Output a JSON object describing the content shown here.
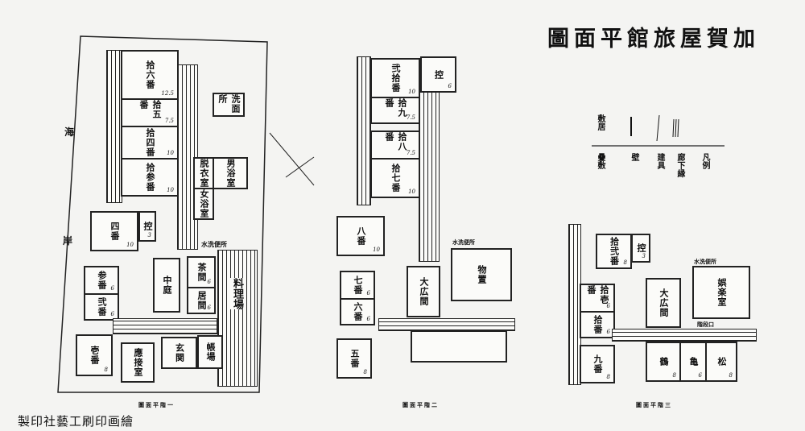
{
  "title": "圖面平館旅屋賀加",
  "legend": {
    "heading": "凡例",
    "top_label": "敷居",
    "items": [
      "疊敷",
      "壁",
      "建具",
      "廊下縁"
    ]
  },
  "site": {
    "sea": "海",
    "shore": "岸"
  },
  "floor1": {
    "caption": "圖面平階一",
    "rooms": [
      {
        "name": "拾六番",
        "mats": "12.5"
      },
      {
        "name": "拾五番",
        "mats": "7.5"
      },
      {
        "name": "拾四番",
        "mats": "10"
      },
      {
        "name": "拾参番",
        "mats": "10"
      },
      {
        "name": "四番",
        "mats": "10"
      },
      {
        "name": "控",
        "mats": "3"
      },
      {
        "name": "参番",
        "mats": "6"
      },
      {
        "name": "弐番",
        "mats": "6"
      },
      {
        "name": "壱番",
        "mats": "8"
      },
      {
        "name": "中庭",
        "mats": ""
      },
      {
        "name": "茶間",
        "mats": "6"
      },
      {
        "name": "居間",
        "mats": "6"
      },
      {
        "name": "料理場",
        "mats": ""
      },
      {
        "name": "應接室",
        "mats": ""
      },
      {
        "name": "玄関",
        "mats": ""
      },
      {
        "name": "帳場",
        "mats": ""
      },
      {
        "name": "脱衣室",
        "mats": ""
      },
      {
        "name": "男浴室",
        "mats": ""
      },
      {
        "name": "女浴室",
        "mats": ""
      },
      {
        "name": "洗面所",
        "mats": ""
      },
      {
        "name": "水洗便所",
        "mats": ""
      }
    ]
  },
  "floor2": {
    "caption": "圖面平階二",
    "rooms": [
      {
        "name": "弐拾番",
        "mats": "10"
      },
      {
        "name": "拾九番",
        "mats": "7.5"
      },
      {
        "name": "拾八番",
        "mats": "7.5"
      },
      {
        "name": "拾七番",
        "mats": "10"
      },
      {
        "name": "控",
        "mats": "6"
      },
      {
        "name": "八番",
        "mats": "10"
      },
      {
        "name": "七番",
        "mats": "6"
      },
      {
        "name": "六番",
        "mats": "6"
      },
      {
        "name": "五番",
        "mats": "8"
      },
      {
        "name": "大広間",
        "mats": ""
      },
      {
        "name": "物置",
        "mats": ""
      },
      {
        "name": "水洗便所",
        "mats": ""
      }
    ]
  },
  "floor3": {
    "caption": "圖面平階三",
    "rooms": [
      {
        "name": "拾弐番",
        "mats": "8"
      },
      {
        "name": "控",
        "mats": "3"
      },
      {
        "name": "拾壱番",
        "mats": "6"
      },
      {
        "name": "拾番",
        "mats": "6"
      },
      {
        "name": "九番",
        "mats": "8"
      },
      {
        "name": "大広間",
        "mats": ""
      },
      {
        "name": "娯楽室",
        "mats": ""
      },
      {
        "name": "鶴",
        "mats": "8"
      },
      {
        "name": "亀",
        "mats": "6"
      },
      {
        "name": "松",
        "mats": "8"
      },
      {
        "name": "水洗便所",
        "mats": ""
      },
      {
        "name": "階段口",
        "mats": ""
      }
    ]
  },
  "printer": "製印社藝工刷印画繪"
}
